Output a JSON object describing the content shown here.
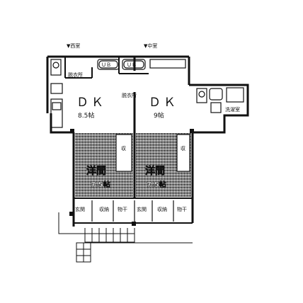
{
  "labels": {
    "west_arrow": "▼西室",
    "center_arrow": "▼中室",
    "dressing_west": "脱衣所",
    "dressing_center": "脱衣所",
    "ub_west": "ＵＢ",
    "ub_center": "ＵＢ",
    "dk_west": "ＤＫ",
    "dk_west_area": "8.5帖",
    "dk_center": "ＤＫ",
    "dk_center_area": "9帖",
    "washroom": "洗濯室",
    "western_room_west": "洋間",
    "western_room_west_area": "7.5帖",
    "western_room_center": "洋間",
    "western_room_center_area": "7.5帖",
    "closet_west": "収",
    "closet_center": "収",
    "entrance_west": "玄関",
    "storage_west": "収納",
    "laundry_west": "物干",
    "entrance_center": "玄関",
    "storage_center": "収納",
    "laundry_center": "物干"
  }
}
